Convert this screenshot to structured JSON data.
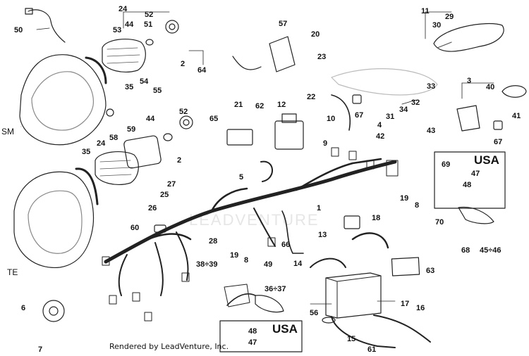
{
  "watermark": "LEADVENTURE",
  "credit": "Rendered by LeadVenture, Inc.",
  "variant_labels": {
    "sm": "SM",
    "te": "TE"
  },
  "usa_labels": {
    "upper": "USA",
    "lower": "USA"
  },
  "callouts": {
    "n50": "50",
    "n24a": "24",
    "n52a": "52",
    "n53": "53",
    "n44a": "44",
    "n51": "51",
    "n2a": "2",
    "n64": "64",
    "n35a": "35",
    "n54": "54",
    "n55": "55",
    "n57": "57",
    "n20": "20",
    "n23": "23",
    "n11": "11",
    "n29": "29",
    "n30": "30",
    "n33": "33",
    "n3": "3",
    "n40": "40",
    "n41": "41",
    "n43": "43",
    "n67a": "67",
    "n32": "32",
    "n34": "34",
    "n31": "31",
    "n22": "22",
    "n67b": "67",
    "n21": "21",
    "n62": "62",
    "n12": "12",
    "n10": "10",
    "n65": "65",
    "n4": "4",
    "n42": "42",
    "n9": "9",
    "n52b": "52",
    "n44b": "44",
    "n59": "59",
    "n58": "58",
    "n24b": "24",
    "n35b": "35",
    "n2b": "2",
    "n27": "27",
    "n25": "25",
    "n26": "26",
    "n5": "5",
    "n1": "1",
    "n69": "69",
    "n47a": "47",
    "n48a": "48",
    "n19a": "19",
    "n8a": "8",
    "n18": "18",
    "n70": "70",
    "n60": "60",
    "n13": "13",
    "n68": "68",
    "n45_46": "45÷46",
    "n28": "28",
    "n66": "66",
    "n19b": "19",
    "n8b": "8",
    "n38_39": "38÷39",
    "n49": "49",
    "n36_37": "36÷37",
    "n14": "14",
    "n63": "63",
    "n6": "6",
    "n17": "17",
    "n56": "56",
    "n16": "16",
    "n48b": "48",
    "n47b": "47",
    "n15": "15",
    "n61": "61",
    "n7": "7"
  }
}
